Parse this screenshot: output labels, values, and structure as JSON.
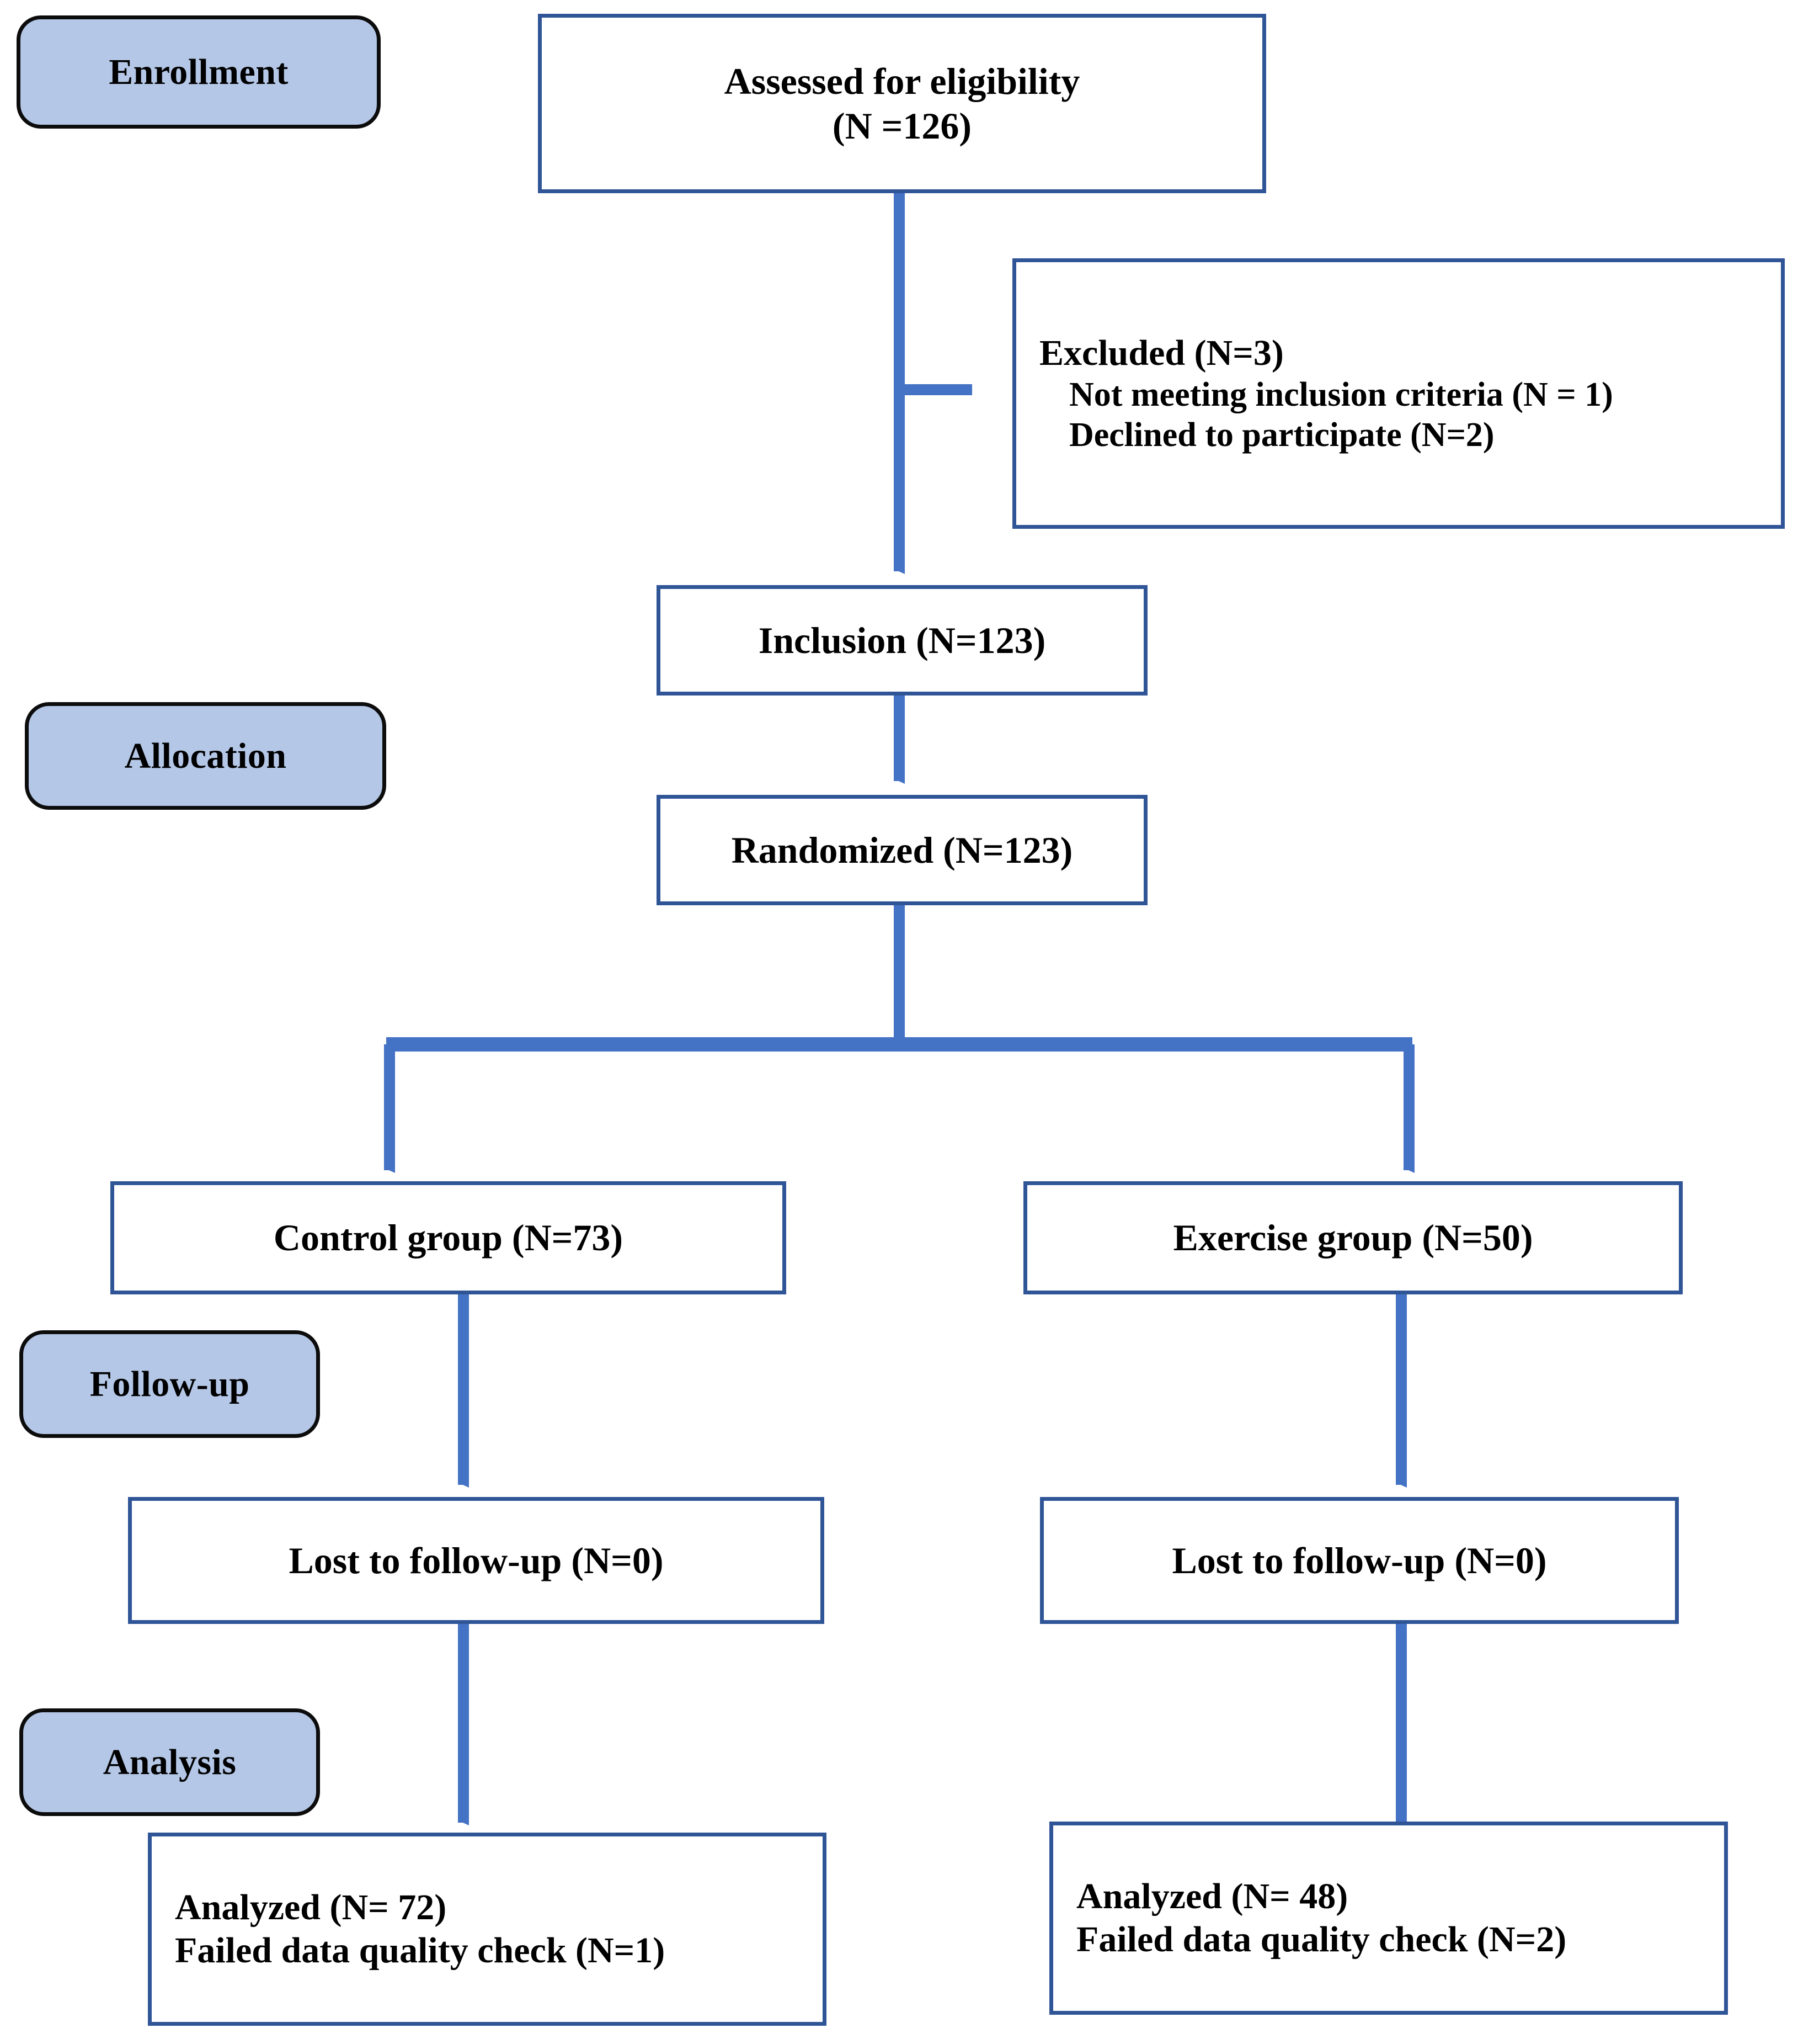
{
  "diagram": {
    "type": "consort-flow-diagram",
    "title": "CONSORT participant flow diagram",
    "colors": {
      "arrow_blue": "#4472c4",
      "box_border_navy": "#2f5597",
      "pill_fill": "#b4c7e7",
      "pill_border": "#0c0c0c",
      "text": "#000000",
      "background": "#ffffff"
    }
  },
  "stages": [
    {
      "id": "enrollment",
      "label": "Enrollment"
    },
    {
      "id": "allocation",
      "label": "Allocation"
    },
    {
      "id": "followup",
      "label": "Follow-up"
    },
    {
      "id": "analysis",
      "label": "Analysis"
    }
  ],
  "nodes": {
    "assessed": {
      "lines": [
        "Assessed for eligibility",
        "(N =126)"
      ]
    },
    "excluded": {
      "heading": "Excluded (N=3)",
      "reasons": [
        "Not meeting inclusion criteria (N = 1)",
        "Declined to participate (N=2)"
      ]
    },
    "inclusion": {
      "line": "Inclusion (N=123)"
    },
    "randomized": {
      "line": "Randomized (N=123)"
    },
    "control_group": {
      "line": "Control group (N=73)"
    },
    "exercise_group": {
      "line": "Exercise group (N=50)"
    },
    "lost_left": {
      "line": "Lost to follow-up (N=0)"
    },
    "lost_right": {
      "line": "Lost to follow-up (N=0)"
    },
    "analyzed_left": {
      "lines": [
        "Analyzed (N= 72)",
        "Failed data quality check (N=1)"
      ]
    },
    "analyzed_right": {
      "lines": [
        "Analyzed (N= 48)",
        "Failed data quality check (N=2)"
      ]
    }
  },
  "counts": {
    "assessed_for_eligibility": 126,
    "excluded_total": 3,
    "excluded_not_meeting_criteria": 1,
    "excluded_declined": 2,
    "included": 123,
    "randomized": 123,
    "control_group": 73,
    "exercise_group": 50,
    "lost_to_followup_control": 0,
    "lost_to_followup_exercise": 0,
    "analyzed_control": 72,
    "failed_quality_check_control": 1,
    "analyzed_exercise": 48,
    "failed_quality_check_exercise": 2
  }
}
